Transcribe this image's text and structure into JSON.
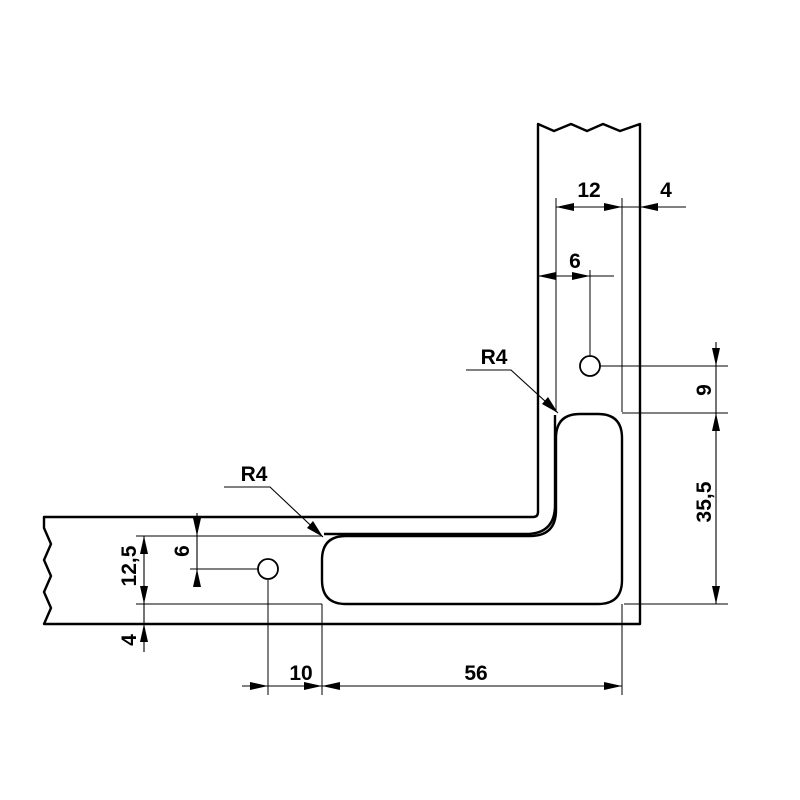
{
  "labels": {
    "dim_12": "12",
    "dim_4_top": "4",
    "dim_6_top": "6",
    "radius_upper": "R4",
    "dim_9": "9",
    "dim_35_5": "35,5",
    "radius_lower": "R4",
    "dim_12_5": "12,5",
    "dim_6_left": "6",
    "dim_4_left": "4",
    "dim_10": "10",
    "dim_56": "56"
  },
  "colors": {
    "line": "#000000",
    "background": "#ffffff"
  }
}
